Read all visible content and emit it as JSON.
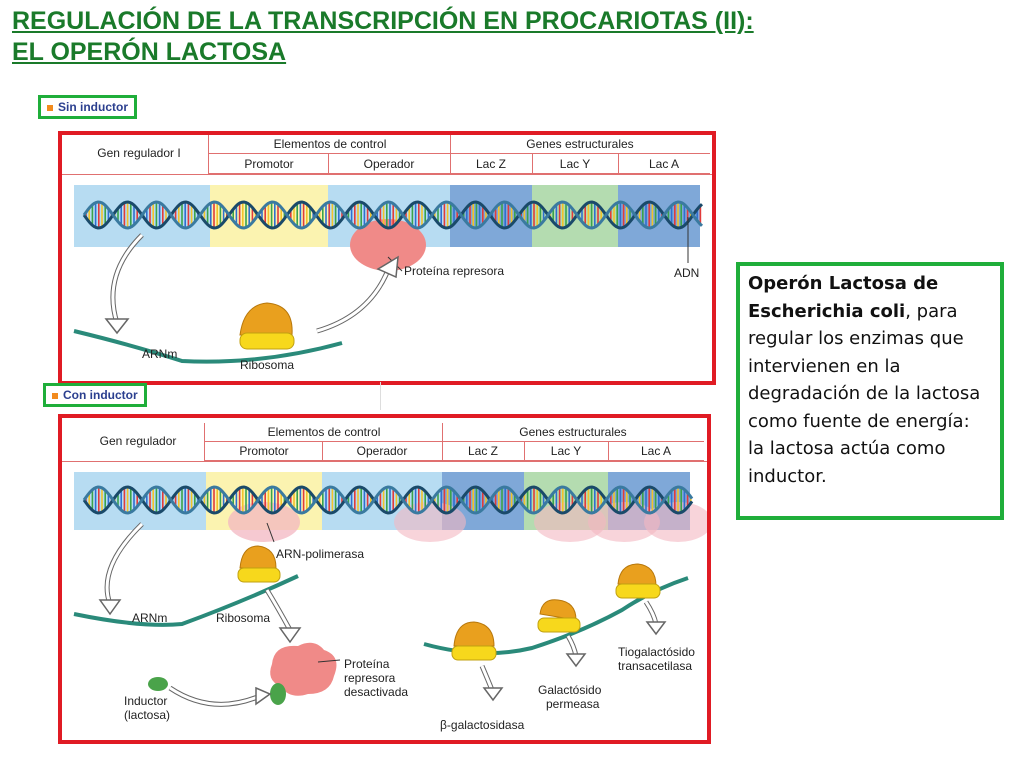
{
  "title": {
    "line1": "REGULACIÓN DE LA TRANSCRIPCIÓN EN PROCARIOTAS (II):",
    "line2": "EL OPERÓN LACTOSA"
  },
  "panel1": {
    "section_label": "Sin inductor",
    "gen_regulador": "Gen regulador I",
    "elementos_control": "Elementos de control",
    "genes_estructurales": "Genes estructurales",
    "promotor": "Promotor",
    "operador": "Operador",
    "lac_z": "Lac Z",
    "lac_y": "Lac Y",
    "lac_a": "Lac A",
    "proteina_represora": "Proteína represora",
    "adn": "ADN",
    "arnm": "ARNm",
    "ribosoma": "Ribosoma"
  },
  "panel2": {
    "section_label": "Con inductor",
    "gen_regulador": "Gen regulador",
    "elementos_control": "Elementos de control",
    "genes_estructurales": "Genes estructurales",
    "promotor": "Promotor",
    "operador": "Operador",
    "lac_z": "Lac Z",
    "lac_y": "Lac Y",
    "lac_a": "Lac A",
    "arn_polimerasa": "ARN-polimerasa",
    "arnm": "ARNm",
    "ribosoma": "Ribosoma",
    "proteina_line1": "Proteína",
    "proteina_line2": "represora",
    "proteina_line3": "desactivada",
    "inductor_line1": "Inductor",
    "inductor_line2": "(lactosa)",
    "beta_gal": "β-galactosidasa",
    "permeasa_line1": "Galactósido",
    "permeasa_line2": "permeasa",
    "transacetilasa_line1": "Tiogalactósido",
    "transacetilasa_line2": "transacetilasa"
  },
  "info": {
    "bold1": "Operón Lactosa de Escherichia coli",
    "text1": ", para regular los enzimas que intervienen en la degradación de la lactosa como fuente de energía:",
    "text2": "la lactosa actúa como inductor."
  },
  "colors": {
    "title": "#1a7a2a",
    "panel_border": "#e01b24",
    "label_border": "#1fae3a",
    "gen_regulador_bg": "#b7dcf2",
    "promotor_bg": "#fbf3b0",
    "operador_bg": "#b7dcf2",
    "lac_z_bg": "#7fa8d8",
    "lac_y_bg": "#b4dcb0",
    "lac_a_bg": "#7fa8d8",
    "repressor": "#f08a88",
    "ribosome_top": "#e9a01e",
    "ribosome_bottom": "#f7d81c",
    "inductor": "#4aa34a",
    "mrna": "#2a8a7a"
  }
}
